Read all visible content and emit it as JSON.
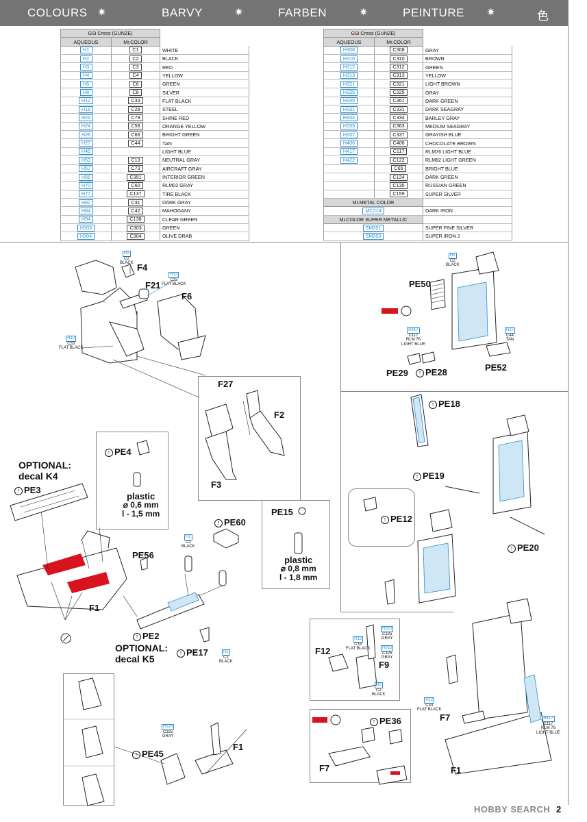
{
  "header": [
    "COLOURS",
    "BARVY",
    "FARBEN",
    "PEINTURE",
    "色"
  ],
  "header_star": "✷",
  "color_table": {
    "brand": "GSi Creos (GUNZE)",
    "col_aqueous": "AQUEOUS",
    "col_mrcolor": "Mr.COLOR",
    "left_rows": [
      [
        "H1",
        "C1",
        "WHITE"
      ],
      [
        "H2",
        "C2",
        "BLACK"
      ],
      [
        "H3",
        "C3",
        "RED"
      ],
      [
        "H4",
        "C4",
        "YELLOW"
      ],
      [
        "H6",
        "C6",
        "GREEN"
      ],
      [
        "H8",
        "C8",
        "SILVER"
      ],
      [
        "H12",
        "C33",
        "FLAT BLACK"
      ],
      [
        "H18",
        "C28",
        "STEEL"
      ],
      [
        "H23",
        "C79",
        "SHINE RED"
      ],
      [
        "H24",
        "C58",
        "ORANGE YELLOW"
      ],
      [
        "H26",
        "C66",
        "BRIGHT GREEN"
      ],
      [
        "H27",
        "C44",
        "TAN"
      ],
      [
        "H45",
        "",
        "LIGHT BLUE"
      ],
      [
        "H53",
        "C13",
        "NEUTRAL GRAY"
      ],
      [
        "H57",
        "C73",
        "AIRCRAFT GRAY"
      ],
      [
        "H58",
        "C351",
        "INTERIOR GREEN"
      ],
      [
        "H70",
        "C60",
        "RLM02 GRAY"
      ],
      [
        "H77",
        "C137",
        "TIRE BLACK"
      ],
      [
        "H82",
        "C31",
        "DARK GRAY"
      ],
      [
        "H84",
        "C42",
        "MAHOGANY"
      ],
      [
        "H94",
        "C138",
        "CLEAR GREEN"
      ],
      [
        "H303",
        "C303",
        "GREEN"
      ],
      [
        "H304",
        "C304",
        "OLIVE DRAB"
      ]
    ],
    "right_rows": [
      [
        "H308",
        "C308",
        "GRAY"
      ],
      [
        "H310",
        "C310",
        "BROWN"
      ],
      [
        "H312",
        "C312",
        "GREEN"
      ],
      [
        "H313",
        "C313",
        "YELLOW"
      ],
      [
        "H321",
        "C321",
        "LIGHT BROWN"
      ],
      [
        "H325",
        "C325",
        "GRAY"
      ],
      [
        "H330",
        "C361",
        "DARK GREEN"
      ],
      [
        "H331",
        "C331",
        "DARK SEAGRAY"
      ],
      [
        "H334",
        "C334",
        "BARLEY GRAY"
      ],
      [
        "H335",
        "C363",
        "MEDIUM SEAGRAY"
      ],
      [
        "H337",
        "C337",
        "GRAYISH BLUE"
      ],
      [
        "H406",
        "C406",
        "CHOCOLATE BROWN"
      ],
      [
        "H417",
        "C117",
        "RLM76 LIGHT BLUE"
      ],
      [
        "H422",
        "C122",
        "RLM82 LIGHT GREEN"
      ],
      [
        "",
        "C65",
        "BRIGHT BLUE"
      ],
      [
        "",
        "C124",
        "DARK GREEN"
      ],
      [
        "",
        "C135",
        "RUSSIAN GREEN"
      ],
      [
        "",
        "C159",
        "SUPER SILVER"
      ]
    ],
    "metal_title": "Mr.METAL COLOR",
    "metal_rows": [
      [
        "MC214",
        "DARK IRON"
      ]
    ],
    "super_title": "Mr.COLOR SUPER METALLIC",
    "super_rows": [
      [
        "SM201",
        "SUPER FINE SILVER"
      ],
      [
        "SM203",
        "SUPER IRON 2"
      ]
    ]
  },
  "parts": {
    "f4": "F4",
    "f21": "F21",
    "f6": "F6",
    "f27": "F27",
    "f2": "F2",
    "f3": "F3",
    "f1a": "F1",
    "f1b": "F1",
    "f1c": "F1",
    "f7a": "F7",
    "f7b": "F7",
    "f12": "F12",
    "f9": "F9",
    "pe50": "PE50",
    "pe29": "PE29",
    "pe28": "PE28",
    "pe52": "PE52",
    "pe18": "PE18",
    "pe19": "PE19",
    "pe12": "PE12",
    "pe20": "PE20",
    "pe4": "PE4",
    "pe3": "PE3",
    "pe60": "PE60",
    "pe15": "PE15",
    "pe56": "PE56",
    "pe2": "PE2",
    "pe17": "PE17",
    "pe45": "PE45",
    "pe36": "PE36"
  },
  "optional1": [
    "OPTIONAL:",
    "decal K4"
  ],
  "optional2": [
    "OPTIONAL:",
    "decal K5"
  ],
  "plastic1": {
    "word": "plastic",
    "d": "⌀ 0,6 mm",
    "l": "l - 1,5 mm"
  },
  "plastic2": {
    "word": "plastic",
    "d": "⌀ 0,8 mm",
    "l": "l - 1,8 mm"
  },
  "callouts": {
    "black": [
      "H2",
      "C2",
      "BLACK"
    ],
    "flatblack": [
      "H12",
      "C33",
      "FLAT BLACK"
    ],
    "tan": [
      "H27",
      "C44",
      "TAN"
    ],
    "rlm76": [
      "H417",
      "C117",
      "RLM 76",
      "LIGHT BLUE"
    ],
    "gray": [
      "H325",
      "C325",
      "GRAY"
    ]
  },
  "watermark": "HOBBY SEARCH",
  "page_number": "2"
}
